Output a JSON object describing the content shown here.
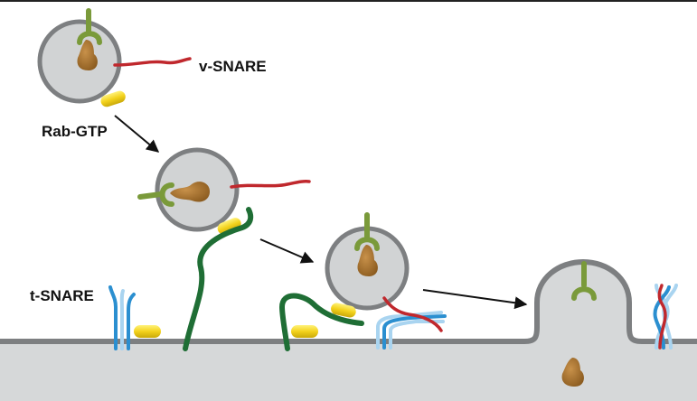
{
  "labels": {
    "v_snare": "v-SNARE",
    "rab_gtp": "Rab-GTP",
    "t_snare": "t-SNARE"
  },
  "colors": {
    "vesicle_fill": "#d1d3d4",
    "vesicle_edge": "#7d7f81",
    "cell_fill": "#d6d8d9",
    "membrane": "#7d7f81",
    "cargo": "#a56e2a",
    "receptor": "#7a9a3a",
    "v_snare": "#c0282d",
    "t_snare_dark": "#2b8fd0",
    "t_snare_light": "#a9d4f0",
    "rab_gtp": "#f3d21c",
    "tether": "#1f6e35",
    "arrow": "#111111"
  },
  "icons": [
    "cargo-protein-icon",
    "cargo-receptor-icon",
    "rab-gtp-icon",
    "tether-protein-icon",
    "v-snare-icon",
    "t-snare-icon"
  ]
}
